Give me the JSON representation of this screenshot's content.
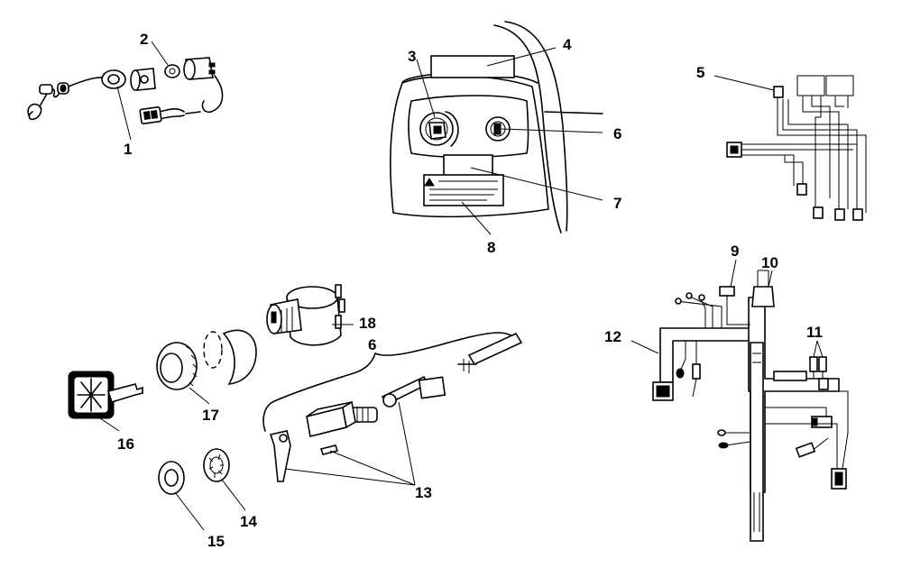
{
  "callouts": [
    {
      "id": "1",
      "label": "1"
    },
    {
      "id": "2",
      "label": "2"
    },
    {
      "id": "3",
      "label": "3"
    },
    {
      "id": "4",
      "label": "4"
    },
    {
      "id": "5",
      "label": "5"
    },
    {
      "id": "6a",
      "label": "6"
    },
    {
      "id": "6b",
      "label": "6"
    },
    {
      "id": "7",
      "label": "7"
    },
    {
      "id": "8",
      "label": "8"
    },
    {
      "id": "9",
      "label": "9"
    },
    {
      "id": "10",
      "label": "10"
    },
    {
      "id": "11",
      "label": "11"
    },
    {
      "id": "12",
      "label": "12"
    },
    {
      "id": "13",
      "label": "13"
    },
    {
      "id": "14",
      "label": "14"
    },
    {
      "id": "15",
      "label": "15"
    },
    {
      "id": "16",
      "label": "16"
    },
    {
      "id": "17",
      "label": "17"
    },
    {
      "id": "18",
      "label": "18"
    }
  ]
}
